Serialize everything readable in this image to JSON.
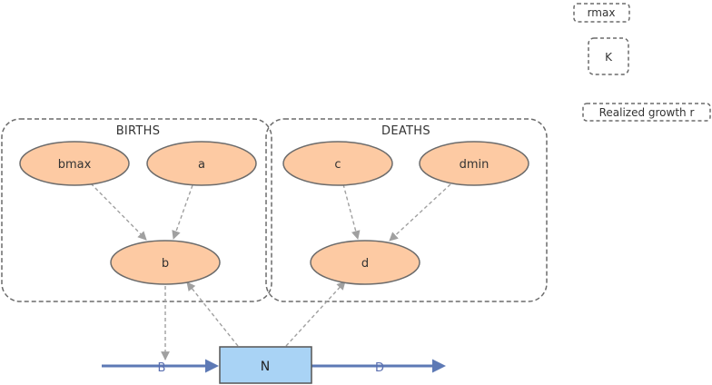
{
  "colors": {
    "ellipse_fill": "#fdcaa3",
    "ellipse_stroke": "#6b6b6b",
    "dashed_box": "#6b6b6b",
    "dashed_arrow": "#a0a0a0",
    "flow": "#5d79b5",
    "stock_fill": "#a9d3f5",
    "stock_stroke": "#555555"
  },
  "parameters": {
    "rmax": "rmax",
    "K": "K",
    "realized": "Realized growth r"
  },
  "groups": {
    "births": "BIRTHS",
    "deaths": "DEATHS"
  },
  "nodes": {
    "bmax": "bmax",
    "a": "a",
    "b": "b",
    "c": "c",
    "dmin": "dmin",
    "d": "d"
  },
  "stock": {
    "label": "N"
  },
  "flows": {
    "inflow": "B",
    "outflow": "D"
  }
}
